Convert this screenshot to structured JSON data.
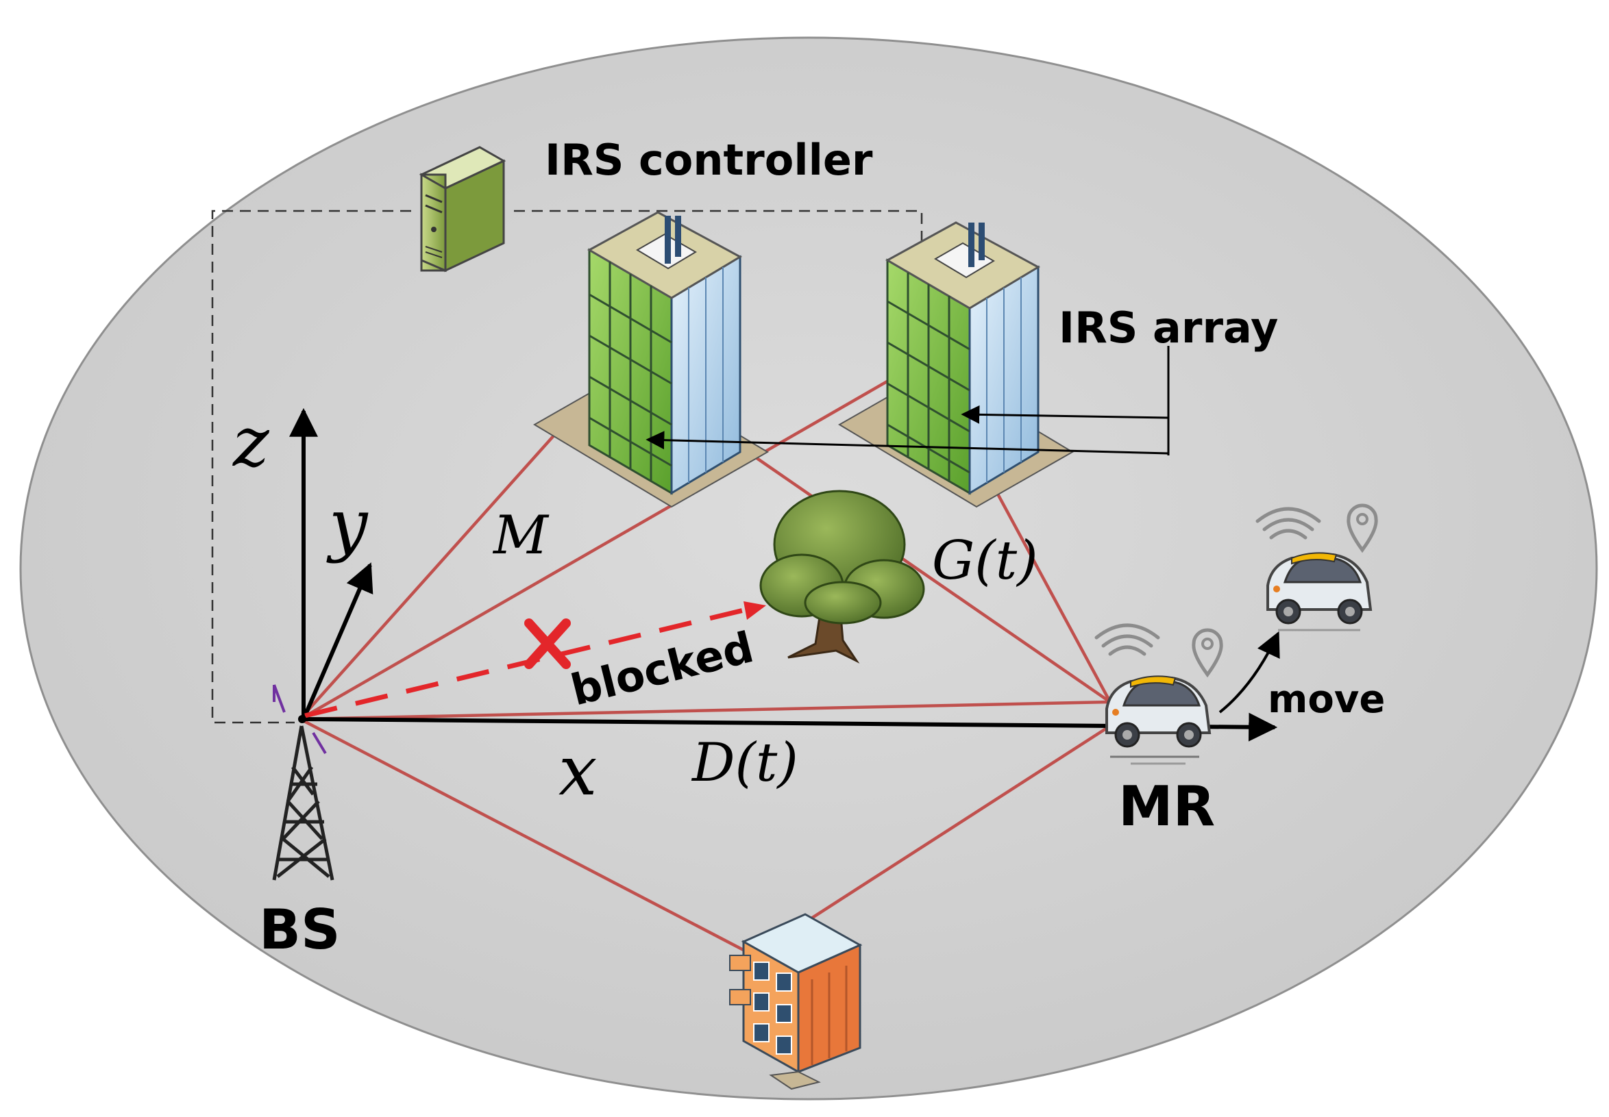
{
  "labels": {
    "irs_controller": "IRS controller",
    "irs_array": "IRS array",
    "blocked": "blocked",
    "move": "move",
    "mr": "MR",
    "bs": "BS",
    "axis_z": "z",
    "axis_y": "y",
    "axis_x": "x",
    "channel_m": "M",
    "channel_g": "G(t)",
    "channel_d": "D(t)"
  },
  "colors": {
    "background_ellipse": "#d3d3d3",
    "signal_path": "#c0504d",
    "blocked_path": "#e3262a",
    "axis": "#000000",
    "building_glass_green": "#7bc043",
    "building_glass_blue": "#bcd9ee",
    "house_orange": "#e8773a",
    "car_yellow": "#f2b705",
    "tree_green": "#6f8f3a"
  },
  "icons": {
    "controller": "server-tower-icon",
    "irs_building_1": "skyscraper-icon",
    "irs_building_2": "skyscraper-icon",
    "tree": "tree-icon",
    "base_station": "antenna-tower-icon",
    "mobile_receiver": "car-icon",
    "future_receiver": "car-icon",
    "blocked_marker": "cross-mark-icon",
    "location": "location-pin-icon",
    "signal": "wifi-signal-icon",
    "reflector": "apartment-building-icon"
  }
}
